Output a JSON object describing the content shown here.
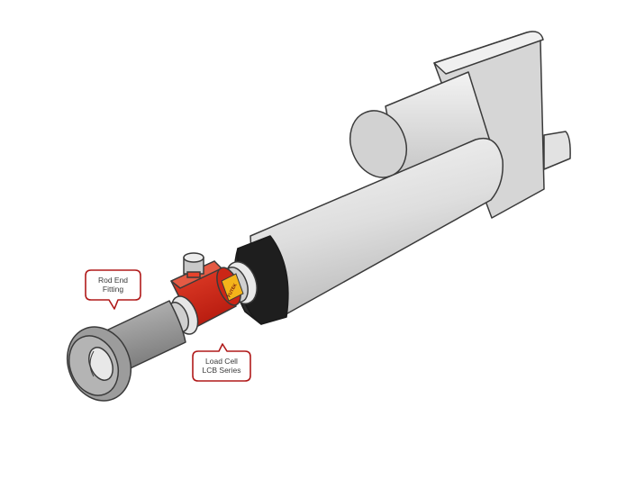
{
  "callouts": {
    "rod_end": {
      "line1": "Rod End",
      "line2": "Fitting"
    },
    "load_cell": {
      "line1": "Load Cell",
      "line2": "LCB Series"
    }
  },
  "load_cell_badge": "FUTEK",
  "colors": {
    "callout_border": "#b01a1a",
    "load_cell_red": "#d42a1a",
    "badge_yellow": "#f4b41a",
    "actuator_grey": "#e0e0e0",
    "outline": "#3a3a3a",
    "collar_black": "#1e1e1e"
  }
}
